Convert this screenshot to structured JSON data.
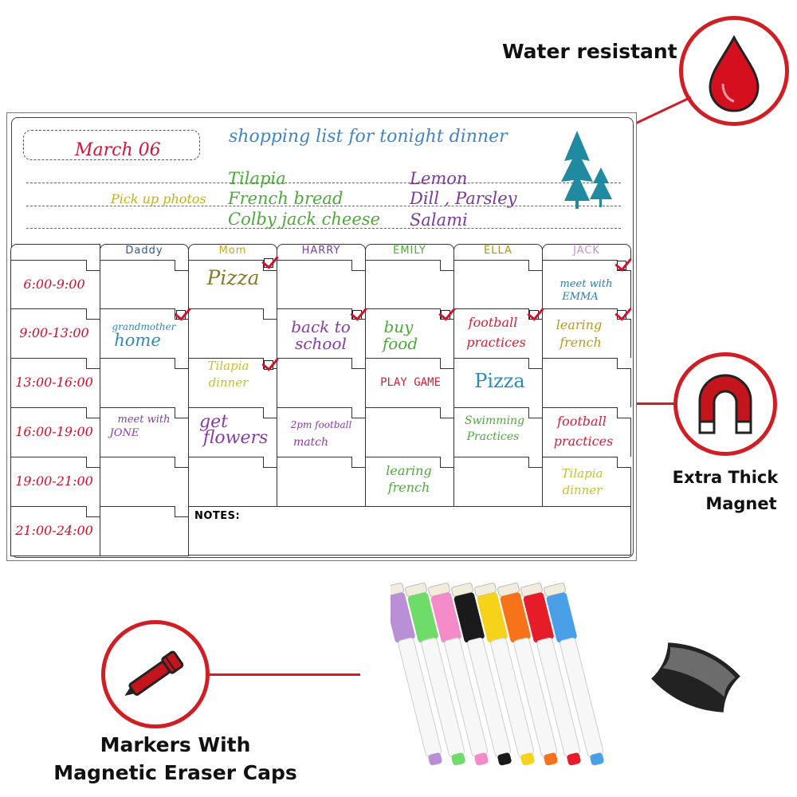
{
  "features": {
    "water": "Water resistant",
    "magnet_line1": "Extra Thick",
    "magnet_line2": "Magnet",
    "markers_line1": "Markers With",
    "markers_line2": "Magnetic Eraser Caps"
  },
  "icons": {
    "water": "water-drop-icon",
    "magnet": "horseshoe-magnet-icon",
    "marker": "marker-icon"
  },
  "colors": {
    "accent_red": "#d01e24",
    "tree": "#1f8aa0"
  },
  "board": {
    "date": "March 06",
    "shopping_title": "shopping list for tonight dinner",
    "shopping_side": "Pick up photos",
    "shopping_col1": [
      "Tilapia",
      "French bread",
      "Colby jack cheese"
    ],
    "shopping_col2": [
      "Lemon",
      "Dill , Parsley",
      "Salami"
    ],
    "columns": [
      "Daddy",
      "Mom",
      "HARRY",
      "EMILY",
      "ELLA",
      "JACK"
    ],
    "column_colors": [
      "#2c5a9c",
      "#c2a81a",
      "#7b3fa0",
      "#4caa3a",
      "#a89520",
      "#c88fd0"
    ],
    "times": [
      "6:00-9:00",
      "9:00-13:00",
      "13:00-16:00",
      "16:00-19:00",
      "19:00-21:00",
      "21:00-24:00"
    ],
    "notes_label": "NOTES:"
  },
  "tasks": {
    "pizza_mom": "Pizza",
    "meet_emma_1": "meet with",
    "meet_emma_2": "EMMA",
    "grandmother": "grandmother",
    "home": "home",
    "back_to": "back to",
    "school": "school",
    "buy": "buy",
    "food": "food",
    "football1_1": "football",
    "practices1": "practices",
    "learing1": "learing",
    "french1": "french",
    "tilapia_mom": "Tilapia",
    "dinner_mom": "dinner",
    "play_game": "PLAY GAME",
    "pizza_ella": "Pizza",
    "meet_jone_1": "meet with",
    "jone": "JONE",
    "get": "get",
    "flowers": "flowers",
    "football_2pm": "2pm football",
    "match": "match",
    "swimming": "Swimming",
    "practices_ella": "Practices",
    "football_jack": "football",
    "practices_jack": "practices",
    "learing2": "learing",
    "french2": "french",
    "tilapia_jack": "Tilapia",
    "dinner_jack": "dinner"
  }
}
